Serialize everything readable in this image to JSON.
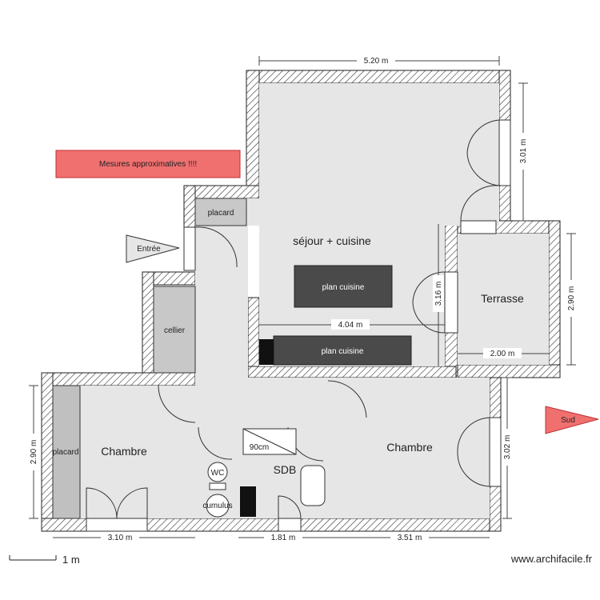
{
  "note": {
    "text": "Mesures approximatives !!!!",
    "color": "#f07070"
  },
  "rooms": {
    "sejour": "séjour + cuisine",
    "terrasse": "Terrasse",
    "chambre_left": "Chambre",
    "chambre_right": "Chambre",
    "sdb": "SDB",
    "cellier": "cellier",
    "placard_top": "placard",
    "placard_left": "placard",
    "wc": "WC",
    "cumulus": "cumulus",
    "shower": "90cm"
  },
  "furniture": {
    "plan_cuisine_1": "plan cuisine",
    "plan_cuisine_2": "plan cuisine"
  },
  "markers": {
    "entree": "Entrée",
    "sud": "Sud",
    "sud_color": "#f07070"
  },
  "dimensions": {
    "top_width": "5.20 m",
    "right_upper": "3.01 m",
    "terrasse_height": "2.90 m",
    "terrasse_width": "2.00 m",
    "sejour_inner_width": "4.04 m",
    "sejour_height": "3.16 m",
    "left_height": "2.90 m",
    "bottom_left": "3.10 m",
    "bottom_middle": "1.81 m",
    "bottom_right": "3.51 m",
    "right_lower": "3.02 m"
  },
  "scale": {
    "label": "1 m"
  },
  "brand": {
    "text": "www.archifacile.fr"
  }
}
